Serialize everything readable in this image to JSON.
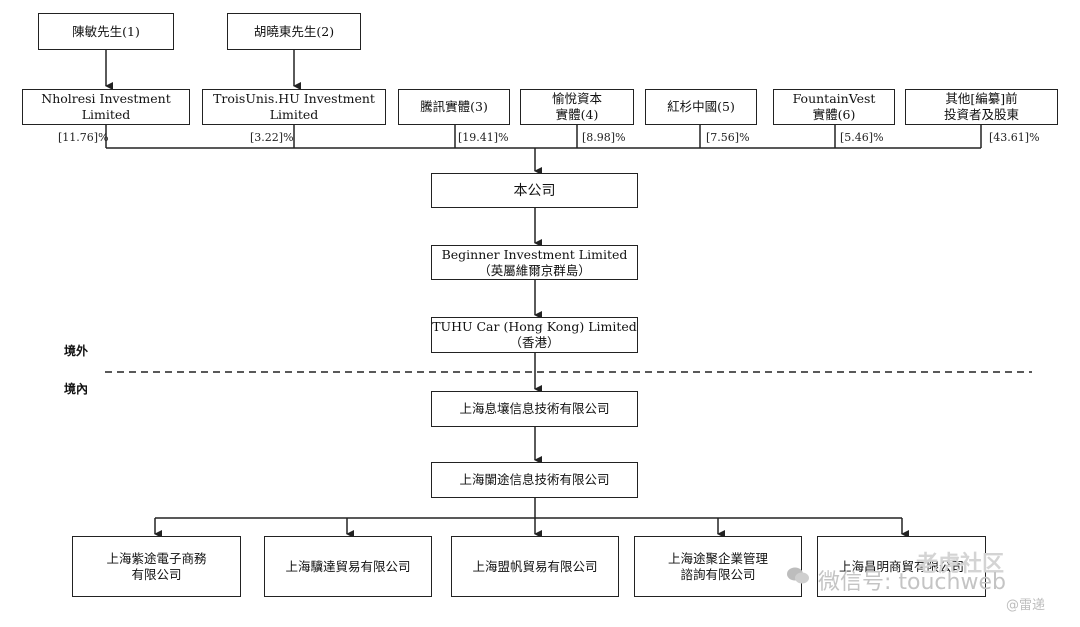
{
  "shareholders": [
    {
      "id": "chen",
      "label": "陳敏先生(1)"
    },
    {
      "id": "hu",
      "label": "胡曉東先生(2)"
    }
  ],
  "investors": [
    {
      "label": "Nholresi Investment\nLimited",
      "pct": "[11.76]%"
    },
    {
      "label": "TroisUnis.HU Investment\nLimited",
      "pct": "[3.22]%"
    },
    {
      "label": "騰訊實體(3)",
      "pct": "[19.41]%"
    },
    {
      "label": "愉悅資本\n實體(4)",
      "pct": "[8.98]%"
    },
    {
      "label": "紅杉中國(5)",
      "pct": "[7.56]%"
    },
    {
      "label": "FountainVest\n實體(6)",
      "pct": "[5.46]%"
    },
    {
      "label": "其他[編纂]前\n投資者及股東",
      "pct": "[43.61]%"
    }
  ],
  "company": "本公司",
  "bvi": "Beginner Investment Limited\n（英屬維爾京群島）",
  "hk": "TUHU Car (Hong Kong) Limited\n（香港）",
  "zones": {
    "offshore": "境外",
    "onshore": "境內"
  },
  "wfoe": "上海息壤信息技術有限公司",
  "opco": "上海闌途信息技術有限公司",
  "subsidiaries": [
    "上海紫途電子商務\n有限公司",
    "上海驥達貿易有限公司",
    "上海盟帆貿易有限公司",
    "上海途聚企業管理\n諮詢有限公司",
    "上海昌明商貿有限公司"
  ],
  "watermark": {
    "line1": "老虎社区",
    "line2": "微信号: touchweb",
    "line3": "@雷递"
  }
}
